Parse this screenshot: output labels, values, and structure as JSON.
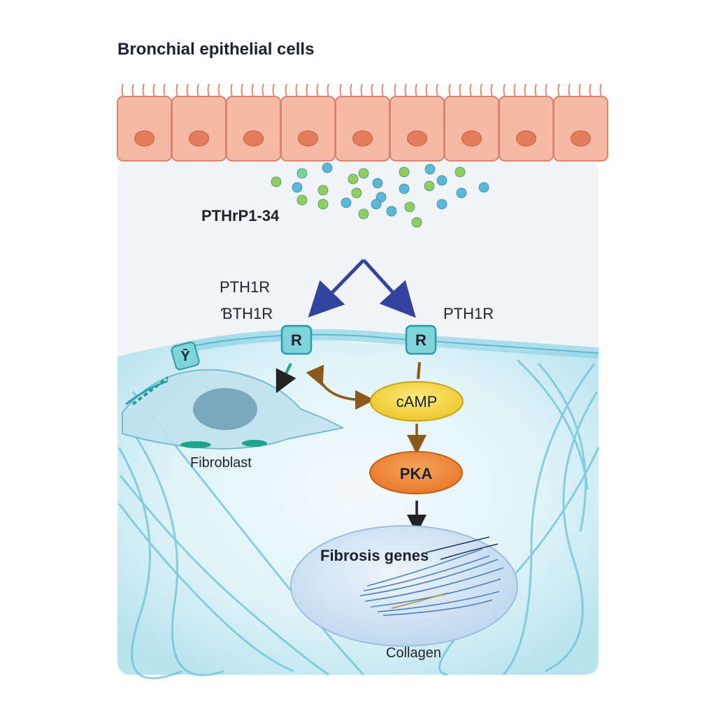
{
  "diagram": {
    "title": "Bronchial epithelial cells",
    "ligand_label": "PTHrP1-34",
    "receptor_label_left_top": "PTH1R",
    "receptor_label_left_bottom": "ƁTH1R",
    "receptor_label_right": "PTH1R",
    "receptor_glyph_left": "R",
    "receptor_glyph_right": "R",
    "receptor_glyph_far_left": "Ȳ",
    "fibroblast_label": "Fibroblast",
    "camp_label": "cAMP",
    "pka_label": "PKA",
    "genes_label": "Fibrosis genes",
    "collagen_label": "Collagen"
  },
  "colors": {
    "epithelium_fill": "#f6b9a3",
    "epithelium_stroke": "#d9846c",
    "nucleus": "#e47d5c",
    "matrix": "#c9ecf3",
    "fiber": "#6cc1d8",
    "receptor": "#7fd4da",
    "arrow_blue": "#3442a0",
    "arrow_brown": "#8a5a1a",
    "camp": "#f3d43c",
    "pka": "#ec8c3c",
    "nucleus_oval": "#cfe2f5"
  }
}
